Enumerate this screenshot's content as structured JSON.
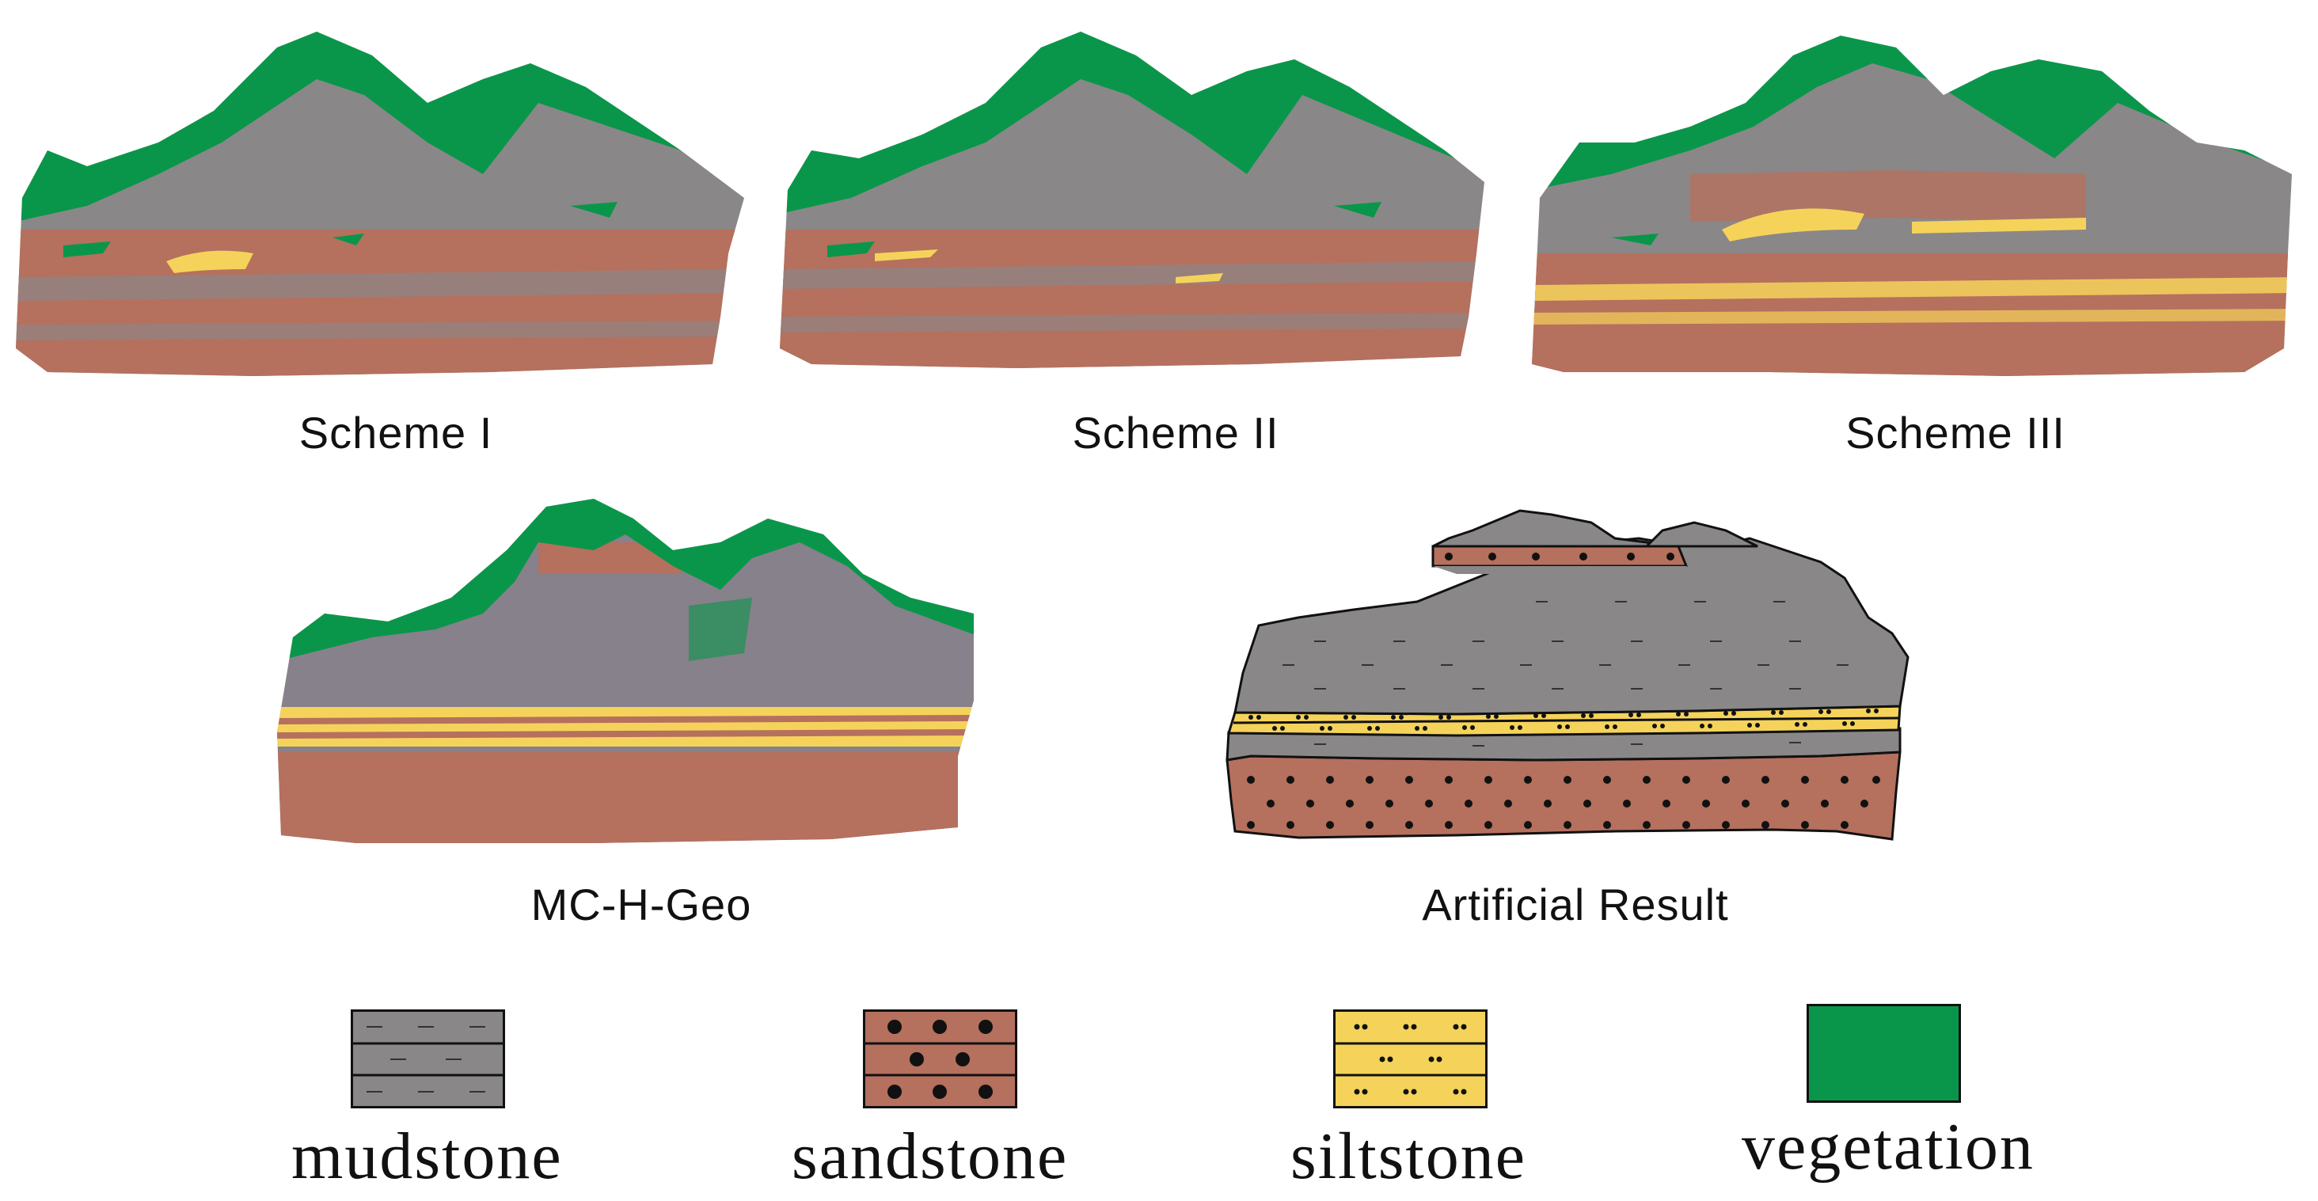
{
  "panels": {
    "scheme1": {
      "caption": "Scheme I"
    },
    "scheme2": {
      "caption": "Scheme II"
    },
    "scheme3": {
      "caption": "Scheme III"
    },
    "mchgeo": {
      "caption": "MC-H-Geo"
    },
    "artificial": {
      "caption": "Artificial Result"
    }
  },
  "legend": {
    "mudstone": {
      "label": "mudstone",
      "color": "#8a8788"
    },
    "sandstone": {
      "label": "sandstone",
      "color": "#b5705e"
    },
    "siltstone": {
      "label": "siltstone",
      "color": "#f5d35a"
    },
    "vegetation": {
      "label": "vegetation",
      "color": "#0a964a"
    }
  }
}
